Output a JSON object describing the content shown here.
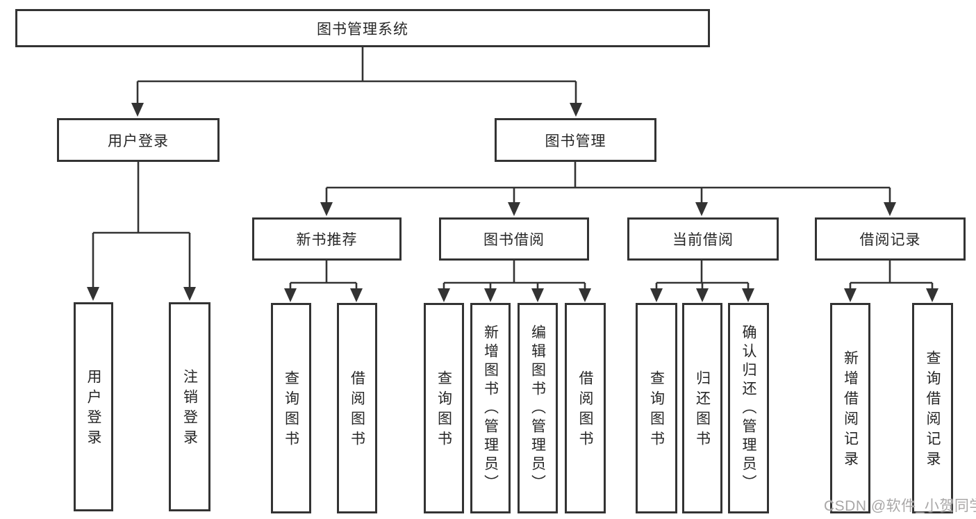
{
  "diagram": {
    "tree": {
      "label": "图书管理系统",
      "children": [
        {
          "label": "用户登录",
          "children": [
            {
              "label": "用户登录"
            },
            {
              "label": "注销登录"
            }
          ]
        },
        {
          "label": "图书管理",
          "children": [
            {
              "label": "新书推荐",
              "children": [
                {
                  "label": "查询图书"
                },
                {
                  "label": "借阅图书"
                }
              ]
            },
            {
              "label": "图书借阅",
              "children": [
                {
                  "label": "查询图书"
                },
                {
                  "label": "新增图书（管理员）"
                },
                {
                  "label": "编辑图书（管理员）"
                },
                {
                  "label": "借阅图书"
                }
              ]
            },
            {
              "label": "当前借阅",
              "children": [
                {
                  "label": "查询图书"
                },
                {
                  "label": "归还图书"
                },
                {
                  "label": "确认归还（管理员）"
                }
              ]
            },
            {
              "label": "借阅记录",
              "children": [
                {
                  "label": "新增借阅记录"
                },
                {
                  "label": "查询借阅记录"
                }
              ]
            }
          ]
        }
      ]
    },
    "watermark": "CSDN @软件_小贺同学",
    "colors": {
      "line": "#333333",
      "box_border": "#333333",
      "box_fill": "#ffffff",
      "text": "#262626",
      "watermark": "#a9a7a7"
    }
  }
}
